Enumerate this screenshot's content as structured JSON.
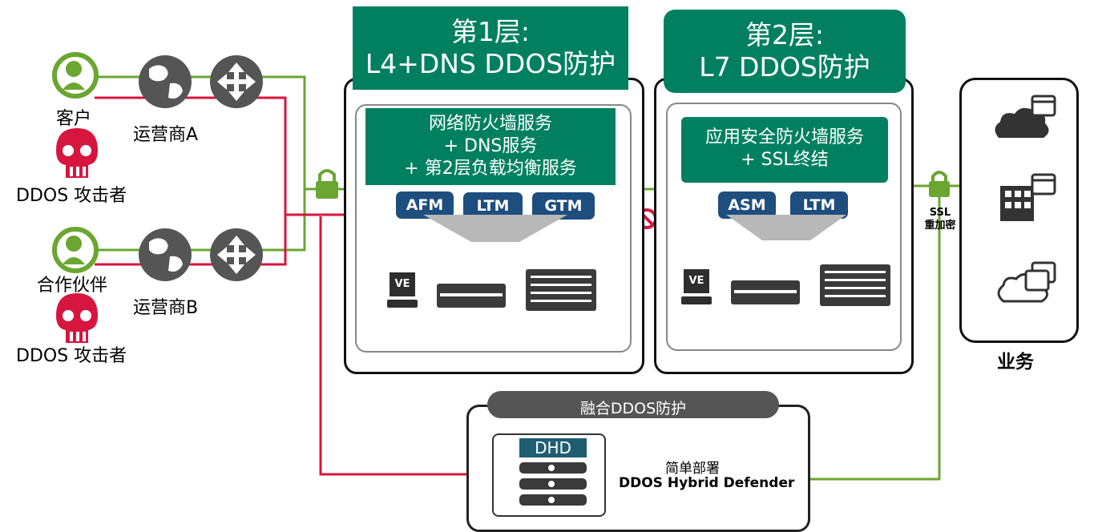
{
  "layer1": {
    "title_line1": "第1层:",
    "title_line2": "L4+DNS DDOS防护",
    "service_line1": "网络防火墙服务",
    "service_line2": "+ DNS服务",
    "service_line3": "+  第2层负载均衡服务",
    "modules": [
      "AFM",
      "LTM",
      "GTM"
    ]
  },
  "layer2": {
    "title_line1": "第2层:",
    "title_line2": "L7 DDOS防护",
    "service_line1": "应用安全防火墙服务",
    "service_line2": "+ SSL终结",
    "modules": [
      "ASM",
      "LTM"
    ]
  },
  "actors": {
    "customer": "客户",
    "partner": "合作伙伴",
    "attacker1": "DDOS 攻击者",
    "attacker2": "DDOS 攻击者",
    "carrier_a": "运营商A",
    "carrier_b": "运营商B"
  },
  "ssl_label_line1": "SSL",
  "ssl_label_line2": "重加密",
  "business_label": "业务",
  "hybrid": {
    "title": "融合DDOS防护",
    "badge": "DHD",
    "line1": "简单部署",
    "line2": "DDOS Hybrid Defender"
  },
  "ve_label": "VE",
  "colors": {
    "green_header": "#008060",
    "module_blue": "#1d4e7e",
    "legit_line": "#6aa630",
    "attack_line": "#d6163e"
  }
}
